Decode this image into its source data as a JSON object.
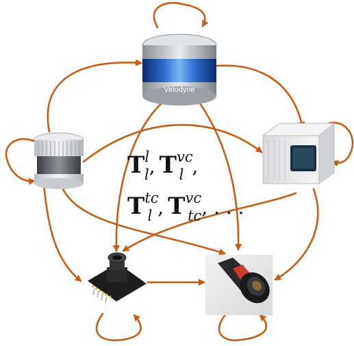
{
  "colors": {
    "edge": "#c95b14",
    "label": "#111111"
  },
  "nodes": [
    {
      "id": "velodyne",
      "kind": "spinning-lidar",
      "brand": "Velodyne"
    },
    {
      "id": "hesai",
      "kind": "finned-lidar"
    },
    {
      "id": "livox",
      "kind": "box-lidar"
    },
    {
      "id": "cam_board",
      "kind": "board-camera"
    },
    {
      "id": "cam_lens",
      "kind": "lens-camera"
    }
  ],
  "edges": [
    {
      "from": "velodyne",
      "to": "velodyne"
    },
    {
      "from": "velodyne",
      "to": "livox"
    },
    {
      "from": "velodyne",
      "to": "cam_board"
    },
    {
      "from": "velodyne",
      "to": "cam_lens"
    },
    {
      "from": "hesai",
      "to": "hesai"
    },
    {
      "from": "hesai",
      "to": "velodyne"
    },
    {
      "from": "hesai",
      "to": "livox"
    },
    {
      "from": "hesai",
      "to": "cam_board"
    },
    {
      "from": "hesai",
      "to": "cam_lens"
    },
    {
      "from": "livox",
      "to": "livox"
    },
    {
      "from": "livox",
      "to": "cam_board"
    },
    {
      "from": "livox",
      "to": "cam_lens"
    },
    {
      "from": "cam_board",
      "to": "cam_board"
    },
    {
      "from": "cam_board",
      "to": "cam_lens"
    },
    {
      "from": "cam_lens",
      "to": "cam_lens"
    }
  ],
  "label": {
    "line1": [
      {
        "base": "T",
        "sup": "l",
        "sub": "l",
        "sep": ","
      },
      {
        "base": "T",
        "sup": "vc",
        "sub": "l",
        "sep": ","
      }
    ],
    "line2": [
      {
        "base": "T",
        "sup": "tc",
        "sub": "l",
        "sep": ","
      },
      {
        "base": "T",
        "sup": "vc",
        "sub": "tc",
        "sep": ", . . ."
      }
    ]
  }
}
